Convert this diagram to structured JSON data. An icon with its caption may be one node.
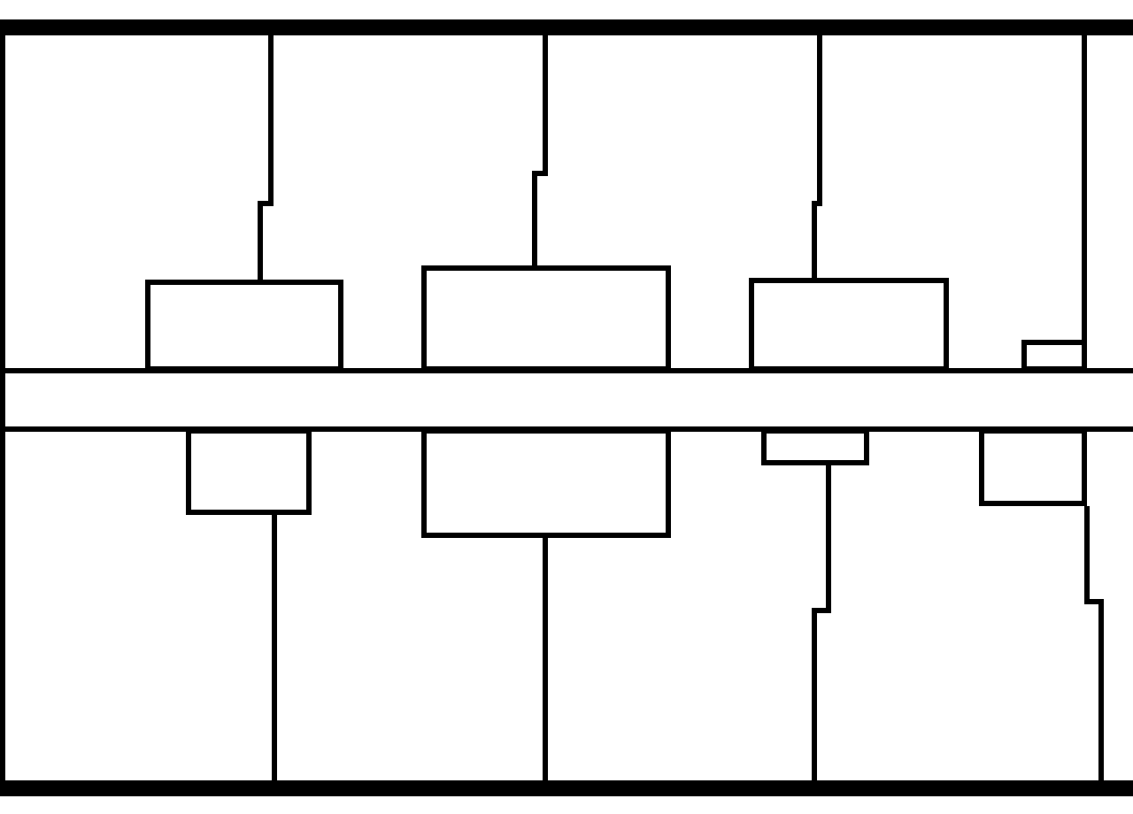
{
  "diagram": {
    "nodes": [
      {
        "text": [],
        "shape": "bar"
      },
      {
        "text": [],
        "shape": "band"
      },
      {
        "text": [],
        "shape": "bar"
      },
      {
        "text": [],
        "shape": "box"
      },
      {
        "text": [],
        "shape": "box"
      },
      {
        "text": [],
        "shape": "box"
      },
      {
        "text": [],
        "shape": "box"
      },
      {
        "text": [],
        "shape": "box"
      },
      {
        "text": [],
        "shape": "box"
      },
      {
        "text": [],
        "shape": "box"
      },
      {
        "text": [],
        "shape": "box"
      }
    ],
    "edges": [
      {
        "from": 3,
        "to": 0,
        "arrow": "none"
      },
      {
        "from": 4,
        "to": 0,
        "arrow": "none"
      },
      {
        "from": 5,
        "to": 0,
        "arrow": "none"
      },
      {
        "from": 7,
        "to": 2,
        "arrow": "none"
      },
      {
        "from": 8,
        "to": 2,
        "arrow": "none"
      },
      {
        "from": 9,
        "to": 2,
        "arrow": "none"
      },
      {
        "from": 10,
        "to": 2,
        "arrow": "none"
      },
      {
        "from": 6,
        "to": 0,
        "arrow": "none"
      }
    ]
  }
}
